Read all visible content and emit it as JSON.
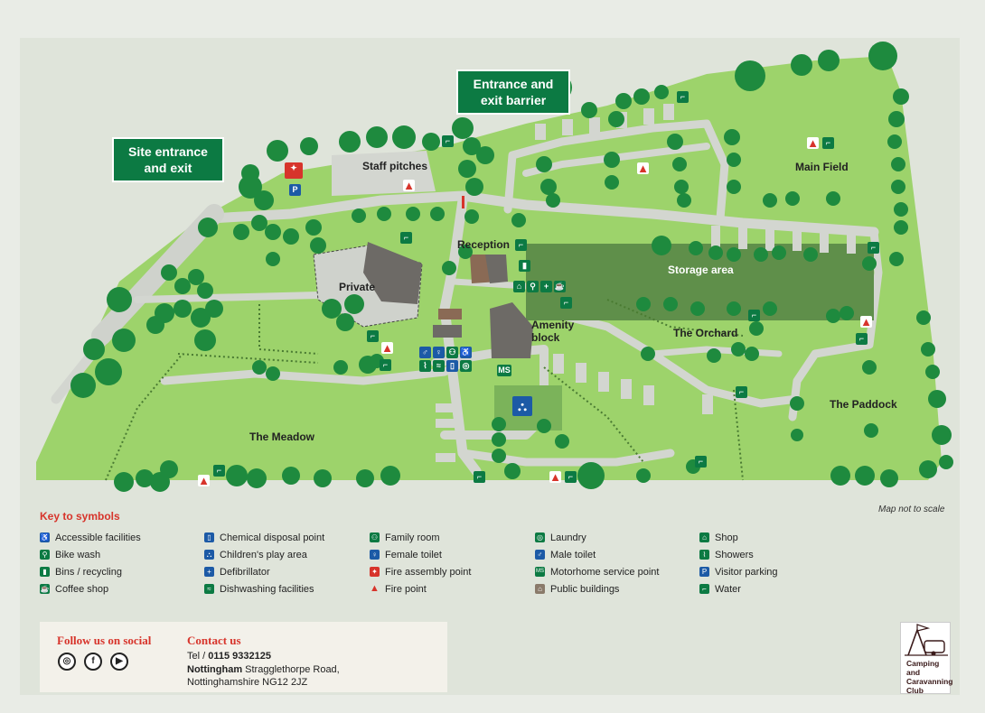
{
  "callouts": {
    "site_entrance": "Site entrance and exit",
    "entrance_barrier": "Entrance and exit barrier"
  },
  "areas": {
    "staff_pitches": "Staff pitches",
    "main_field": "Main Field",
    "reception": "Reception",
    "storage_area": "Storage area",
    "private": "Private",
    "amenity_block": "Amenity block",
    "the_orchard": "The Orchard",
    "the_paddock": "The Paddock",
    "the_meadow": "The Meadow"
  },
  "map_note": "Map not to scale",
  "legend": {
    "title": "Key to symbols",
    "columns": [
      [
        {
          "label": "Accessible facilities",
          "icon": "accessible-icon"
        },
        {
          "label": "Bike wash",
          "icon": "bike-wash-icon"
        },
        {
          "label": "Bins / recycling",
          "icon": "bin-icon"
        },
        {
          "label": "Coffee shop",
          "icon": "coffee-icon"
        }
      ],
      [
        {
          "label": "Chemical disposal point",
          "icon": "chemical-disposal-icon"
        },
        {
          "label": "Children's play area",
          "icon": "play-area-icon"
        },
        {
          "label": "Defibrillator",
          "icon": "defibrillator-icon"
        },
        {
          "label": "Dishwashing facilities",
          "icon": "dishwashing-icon"
        }
      ],
      [
        {
          "label": "Family room",
          "icon": "family-room-icon"
        },
        {
          "label": "Female toilet",
          "icon": "female-toilet-icon"
        },
        {
          "label": "Fire assembly point",
          "icon": "fire-assembly-icon"
        },
        {
          "label": "Fire point",
          "icon": "fire-point-icon"
        }
      ],
      [
        {
          "label": "Laundry",
          "icon": "laundry-icon"
        },
        {
          "label": "Male toilet",
          "icon": "male-toilet-icon"
        },
        {
          "label": "Motorhome service point",
          "icon": "motorhome-service-icon"
        },
        {
          "label": "Public buildings",
          "icon": "public-building-icon"
        }
      ],
      [
        {
          "label": "Shop",
          "icon": "shop-icon"
        },
        {
          "label": "Showers",
          "icon": "shower-icon"
        },
        {
          "label": "Visitor parking",
          "icon": "parking-icon"
        },
        {
          "label": "Water",
          "icon": "water-tap-icon"
        }
      ]
    ]
  },
  "footer": {
    "follow_title": "Follow us on social",
    "social": [
      "instagram-icon",
      "facebook-icon",
      "youtube-icon"
    ],
    "contact_title": "Contact us",
    "tel_label": "Tel / ",
    "tel_number": "0115 9332125",
    "address_city": "Nottingham",
    "address_rest": " Stragglethorpe Road,",
    "address_line2": "Nottinghamshire NG12 2JZ"
  },
  "logo_text": "Camping and Caravanning Club",
  "colors": {
    "grass": "#9dd36b",
    "road": "#d3d6d0",
    "tree": "#1e8a3e",
    "brand_green": "#0c7a43",
    "accent_red": "#d7342b",
    "storage": "#5f8f4a"
  }
}
